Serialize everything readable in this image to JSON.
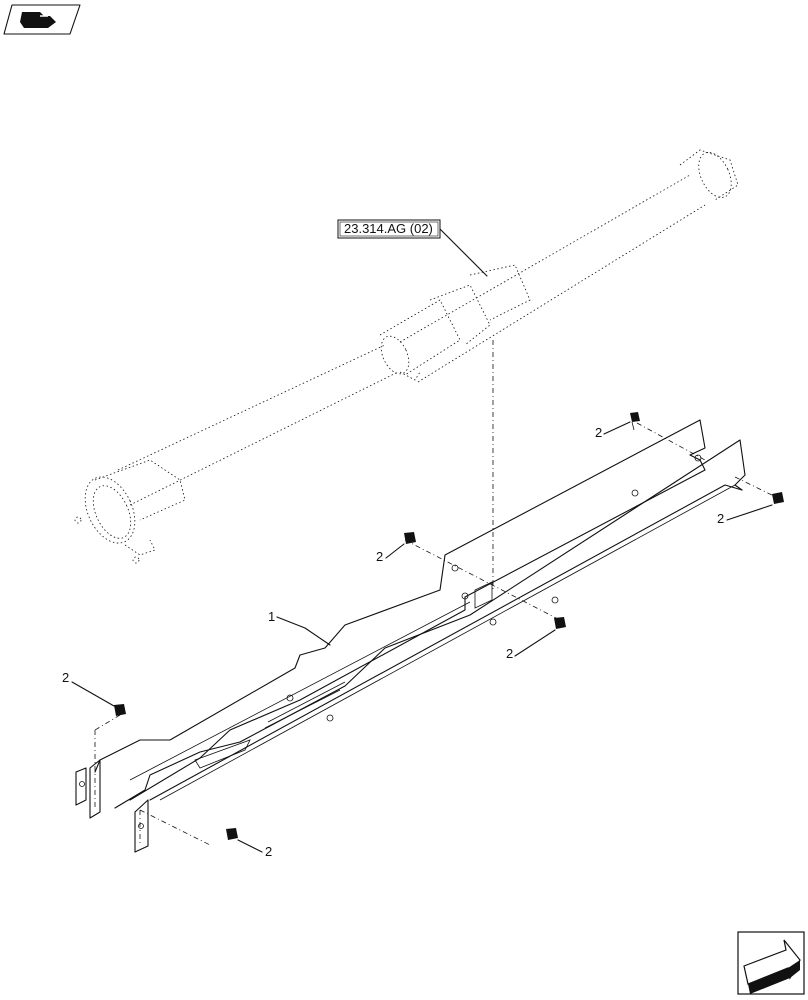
{
  "reference_box": {
    "text": "23.314.AG (02)"
  },
  "item_labels": {
    "frame": "1",
    "bolt_upper_right": "2",
    "bolt_far_right": "2",
    "bolt_middle": "2",
    "bolt_center_lower": "2",
    "bolt_left": "2",
    "bolt_bottom": "2"
  },
  "icons": {
    "top_left": "part-catalog-icon",
    "bottom_right": "next-page-arrow-icon"
  }
}
